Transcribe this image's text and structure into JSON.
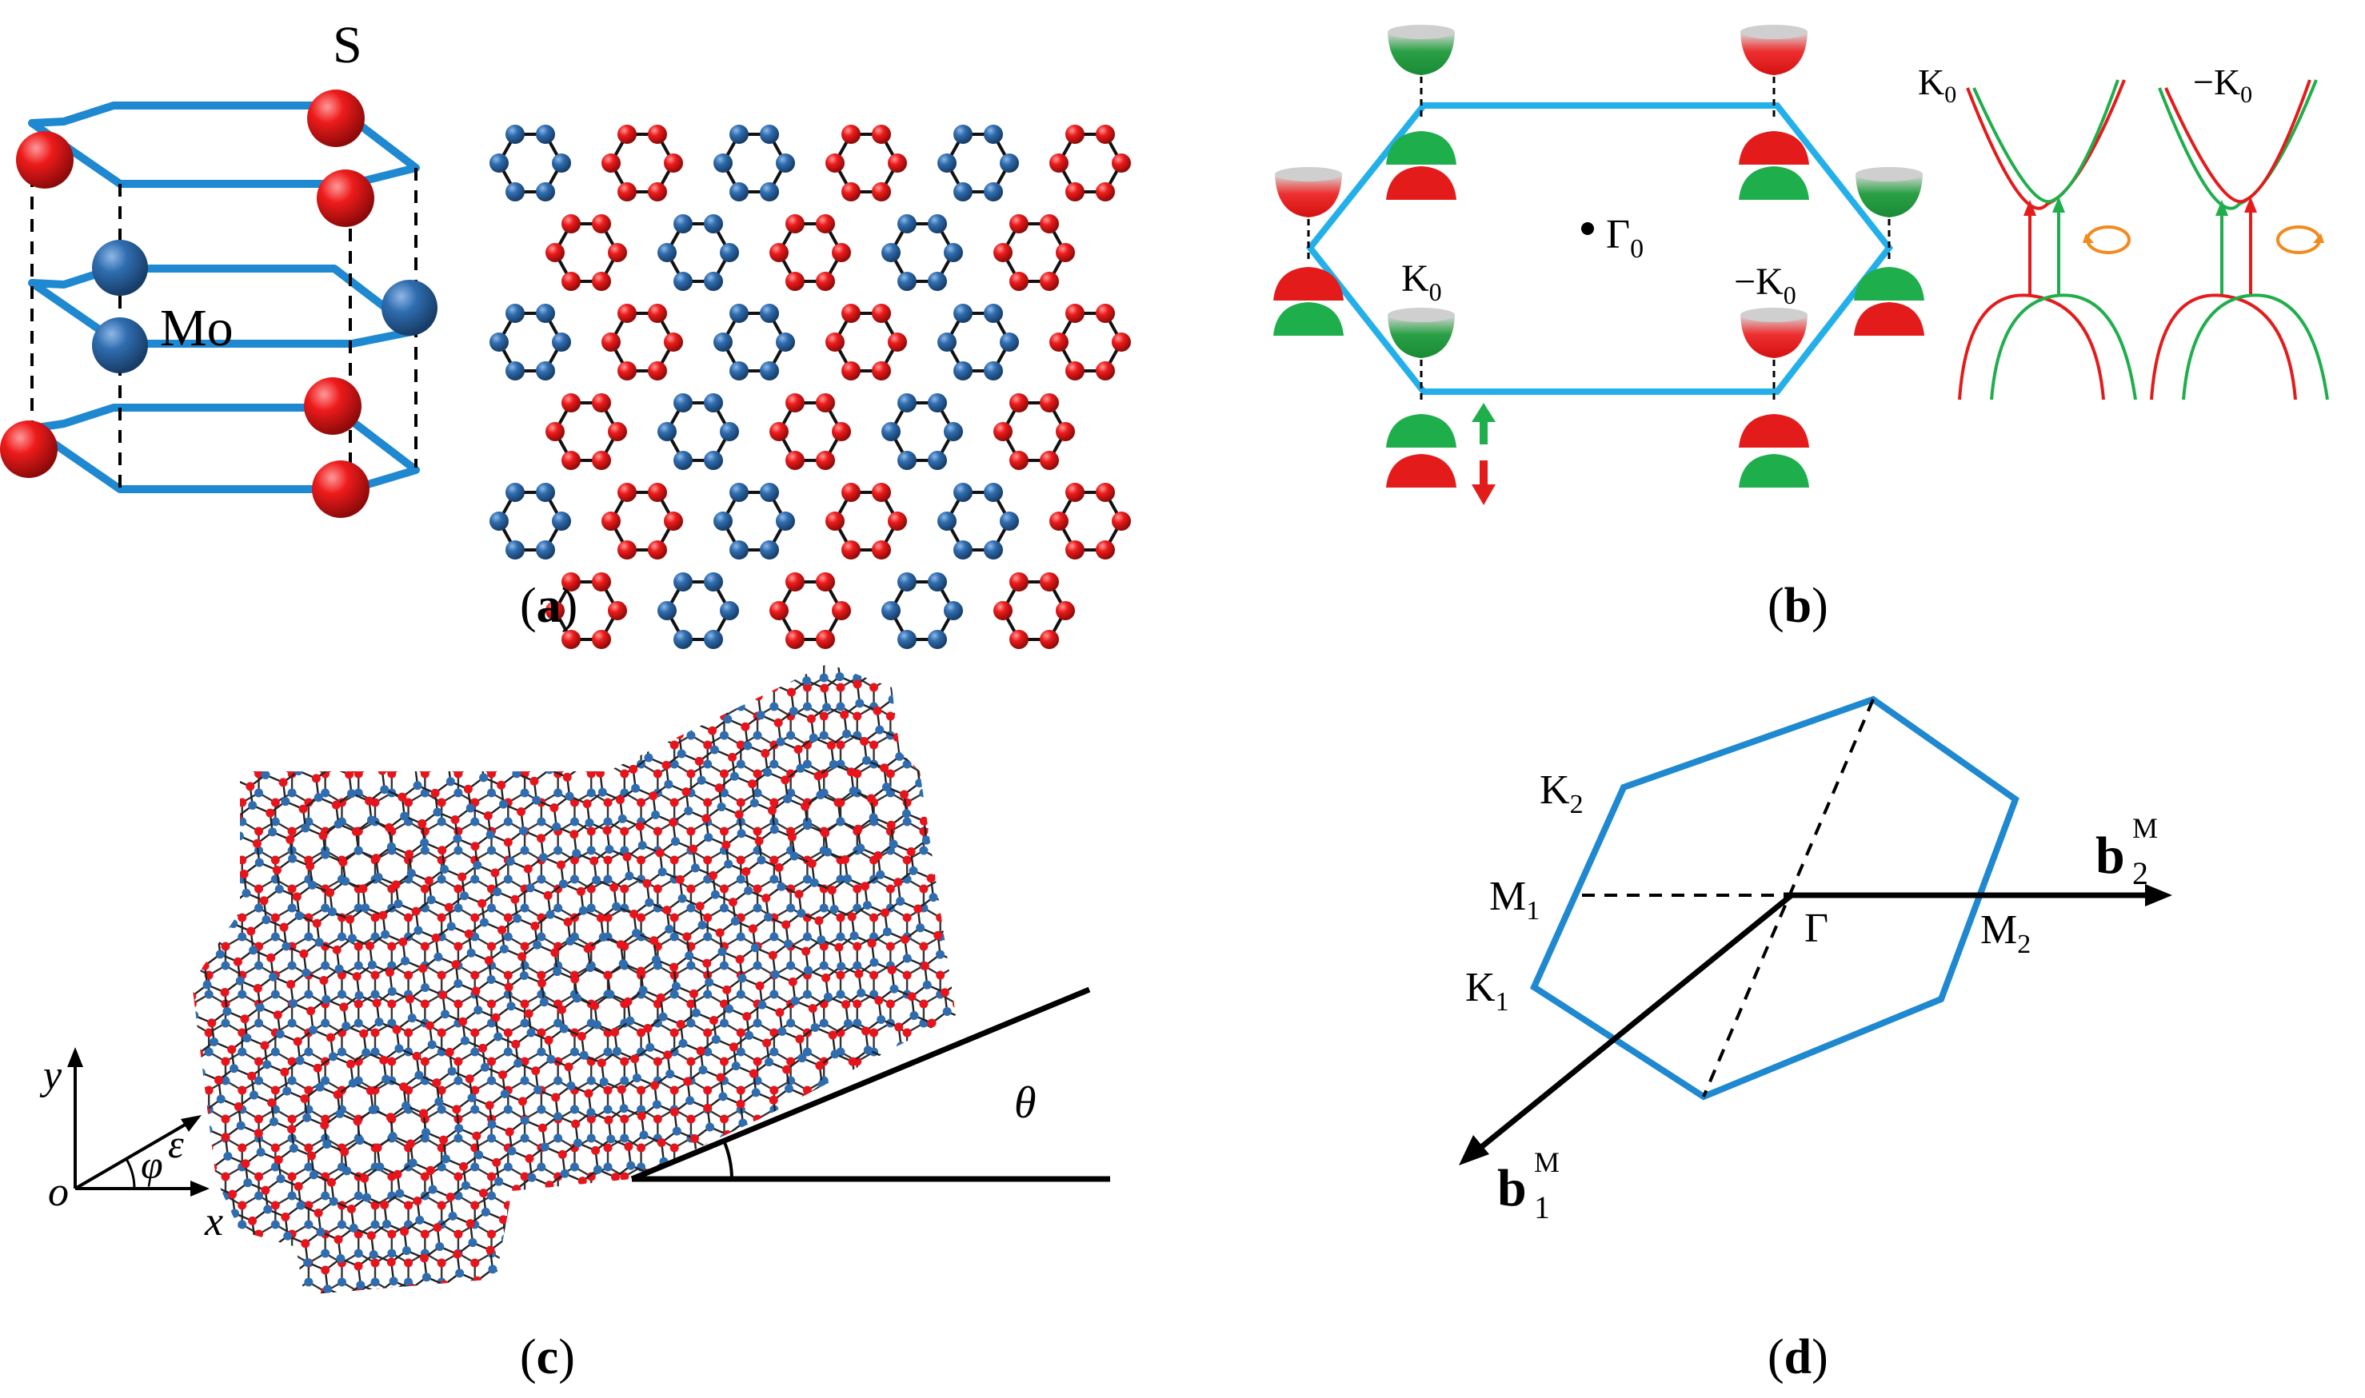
{
  "panels": {
    "a": {
      "caption_open": "(",
      "caption_letter": "a",
      "caption_close": ")",
      "atom_top_label": "S",
      "atom_mid_label": "Mo"
    },
    "b": {
      "caption_open": "(",
      "caption_letter": "b",
      "caption_close": ")",
      "gamma_label": "Γ",
      "gamma_sub": "0",
      "k_label": "K",
      "k_sub": "0",
      "mk_label": "−K",
      "mk_sub": "0",
      "band_k_label": "K",
      "band_k_sub": "0",
      "band_mk_label": "−K",
      "band_mk_sub": "0"
    },
    "c": {
      "caption_open": "(",
      "caption_letter": "c",
      "caption_close": ")",
      "axis_y": "y",
      "axis_x": "x",
      "axis_o": "o",
      "strain_eps": "ε",
      "angle_phi": "φ",
      "twist_theta": "θ"
    },
    "d": {
      "caption_open": "(",
      "caption_letter": "d",
      "caption_close": ")",
      "k2": "K",
      "k2_sub": "2",
      "m1": "M",
      "m1_sub": "1",
      "k1": "K",
      "k1_sub": "1",
      "gamma": "Γ",
      "m2": "M",
      "m2_sub": "2",
      "b2": "b",
      "b2_sub": "2",
      "b2_sup": "M",
      "b1": "b",
      "b1_sub": "1",
      "b1_sup": "M"
    }
  },
  "colors": {
    "sulfur": "#e8141c",
    "molybdenum": "#2f6db0",
    "cell_blue": "#1e88d0",
    "bz_blue": "#23b0ea",
    "spin_up_green": "#1fae4c",
    "spin_down_red": "#e41b1b",
    "circ_orange": "#f28a1e",
    "black": "#000000"
  }
}
